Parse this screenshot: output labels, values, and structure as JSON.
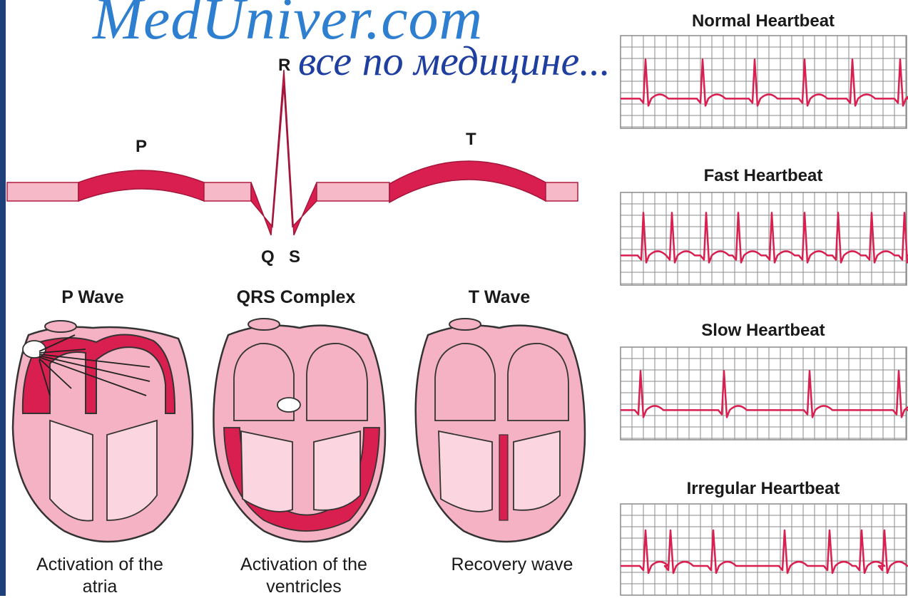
{
  "watermark": {
    "site": "MedUniver.com",
    "tagline": "все по медицине..."
  },
  "wave_labels": {
    "p": "P",
    "r": "R",
    "q": "Q",
    "s": "S",
    "t": "T"
  },
  "panels": [
    {
      "heading": "P Wave",
      "caption_line1": "Activation of the",
      "caption_line2": "atria"
    },
    {
      "heading": "QRS Complex",
      "caption_line1": "Activation of the",
      "caption_line2": "ventricles"
    },
    {
      "heading": "T Wave",
      "caption_line1": "Recovery wave",
      "caption_line2": ""
    }
  ],
  "strips": [
    {
      "title": "Normal Heartbeat"
    },
    {
      "title": "Fast Heartbeat"
    },
    {
      "title": "Slow Heartbeat"
    },
    {
      "title": "Irregular Heartbeat"
    }
  ],
  "colors": {
    "ecg": "#d81f4f",
    "pink": "#f2a9bd",
    "light_pink": "#f8c7d4",
    "grid": "#8a8a8a",
    "frame": "#1e3f7a"
  }
}
